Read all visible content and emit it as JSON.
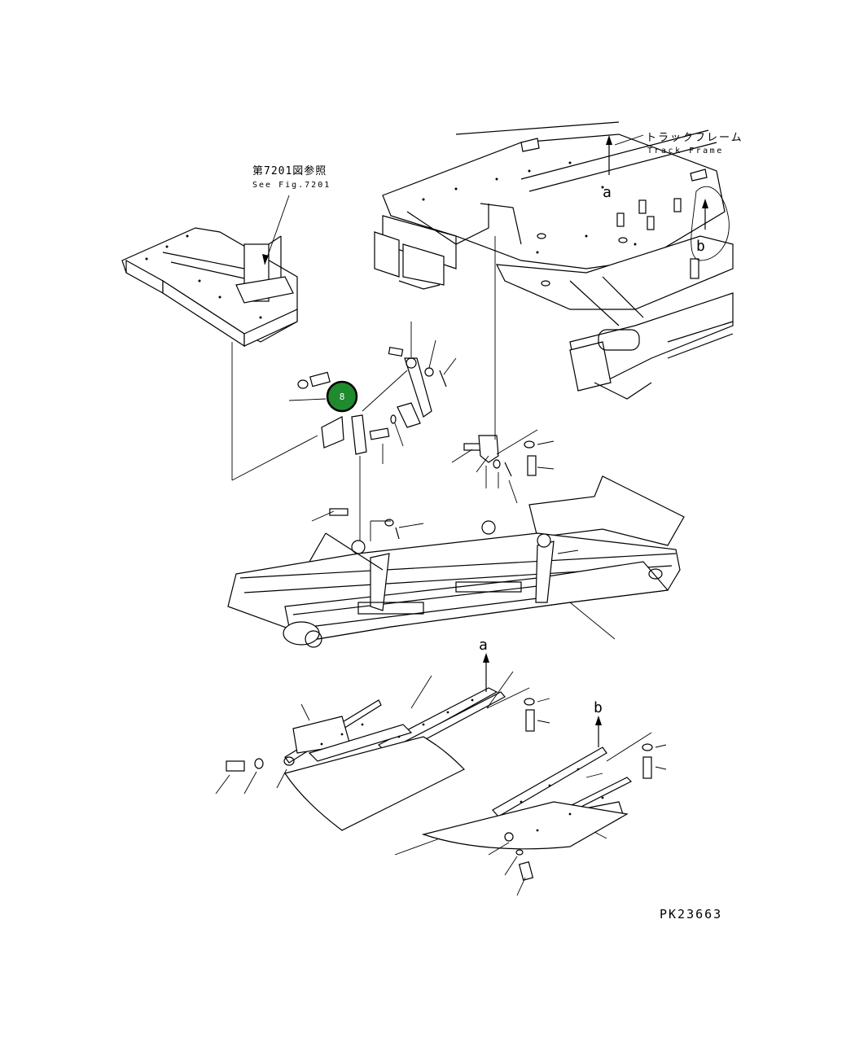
{
  "labels": {
    "track_frame_jp": "トラックフレーム",
    "track_frame_en": "Track Frame",
    "see_fig_jp": "第7201図参照",
    "see_fig_en": "See Fig.7201",
    "arrow_a_top": "a",
    "arrow_b_top": "b",
    "arrow_a_bottom": "a",
    "arrow_b_bottom": "b",
    "drawing_number": "PK23663"
  },
  "callout": {
    "number": "8",
    "color": "#1f8a2e",
    "border": "#000000"
  }
}
